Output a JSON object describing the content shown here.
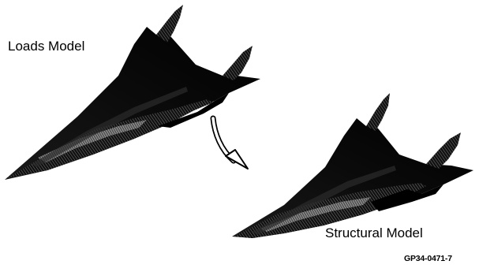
{
  "labels": {
    "loads_model": "Loads Model",
    "structural_model": "Structural Model",
    "figure_id": "GP34-0471-7"
  }
}
